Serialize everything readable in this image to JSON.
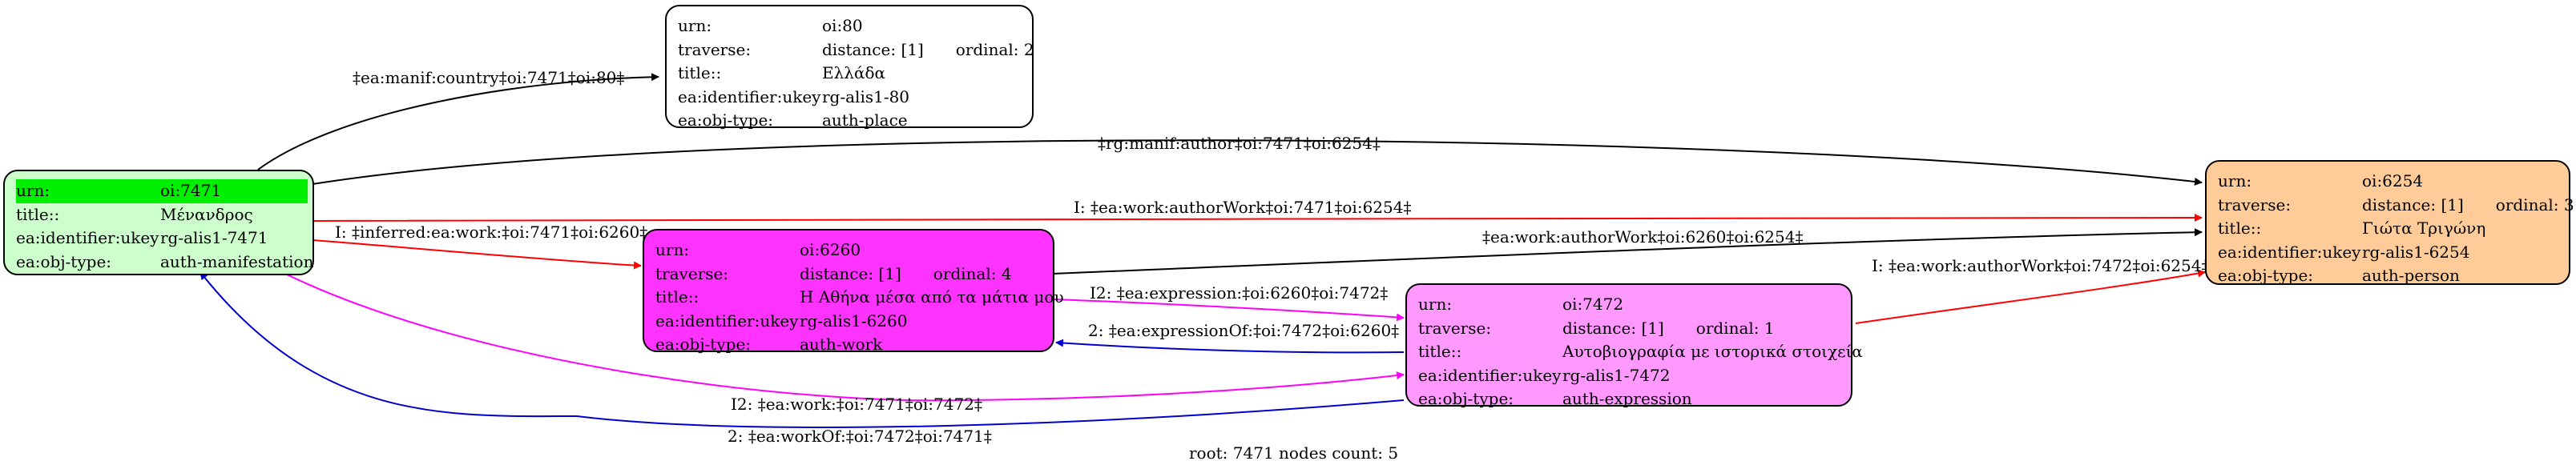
{
  "nodes": {
    "n7471": {
      "urn_key": "urn:",
      "urn_val": "oi:7471",
      "title_key": "title::",
      "title_val": "Μένανδρος",
      "ukey_key": "ea:identifier:ukey",
      "ukey_val": "rg-alis1-7471",
      "type_key": "ea:obj-type:",
      "type_val": "auth-manifestation",
      "fill": "#ccffcc",
      "highlight": "#00ee00"
    },
    "n80": {
      "urn_key": "urn:",
      "urn_val": "oi:80",
      "traverse_key": "traverse:",
      "traverse_val": "distance: [1]",
      "ordinal": "ordinal: 2",
      "title_key": "title::",
      "title_val": "Ελλάδα",
      "ukey_key": "ea:identifier:ukey",
      "ukey_val": "rg-alis1-80",
      "type_key": "ea:obj-type:",
      "type_val": "auth-place",
      "fill": "#ffffff"
    },
    "n6260": {
      "urn_key": "urn:",
      "urn_val": "oi:6260",
      "traverse_key": "traverse:",
      "traverse_val": "distance: [1]",
      "ordinal": "ordinal: 4",
      "title_key": "title::",
      "title_val": "Η Αθήνα μέσα από τα μάτια μου",
      "ukey_key": "ea:identifier:ukey",
      "ukey_val": "rg-alis1-6260",
      "type_key": "ea:obj-type:",
      "type_val": "auth-work",
      "fill": "#ff33ff"
    },
    "n7472": {
      "urn_key": "urn:",
      "urn_val": "oi:7472",
      "traverse_key": "traverse:",
      "traverse_val": "distance: [1]",
      "ordinal": "ordinal: 1",
      "title_key": "title::",
      "title_val": "Αυτοβιογραφία με ιστορικά στοιχεία",
      "ukey_key": "ea:identifier:ukey",
      "ukey_val": "rg-alis1-7472",
      "type_key": "ea:obj-type:",
      "type_val": "auth-expression",
      "fill": "#ff99ff"
    },
    "n6254": {
      "urn_key": "urn:",
      "urn_val": "oi:6254",
      "traverse_key": "traverse:",
      "traverse_val": "distance: [1]",
      "ordinal": "ordinal: 3",
      "title_key": "title::",
      "title_val": "Γιώτα Τριγώνη",
      "ukey_key": "ea:identifier:ukey",
      "ukey_val": "rg-alis1-6254",
      "type_key": "ea:obj-type:",
      "type_val": "auth-person",
      "fill": "#ffcc99"
    }
  },
  "edges": {
    "e_country": {
      "label": "‡ea:manif:country‡oi:7471‡oi:80‡",
      "color": "#000000"
    },
    "e_author": {
      "label": "‡rg:manif:author‡oi:7471‡oi:6254‡",
      "color": "#000000"
    },
    "e_authorwork_inferred": {
      "label": "I: ‡ea:work:authorWork‡oi:7471‡oi:6254‡",
      "color": "#ff0000"
    },
    "e_inferred_work": {
      "label": "I: ‡inferred:ea:work:‡oi:7471‡oi:6260‡",
      "color": "#ff0000"
    },
    "e_work_authorwork": {
      "label": "‡ea:work:authorWork‡oi:6260‡oi:6254‡",
      "color": "#000000"
    },
    "e_expression": {
      "label": "I2: ‡ea:expression:‡oi:6260‡oi:7472‡",
      "color": "#ff00ff"
    },
    "e_expressionof": {
      "label": "2: ‡ea:expressionOf:‡oi:7472‡oi:6260‡",
      "color": "#0000cc"
    },
    "e_expr_authorwork": {
      "label": "I: ‡ea:work:authorWork‡oi:7472‡oi:6254‡",
      "color": "#ff0000"
    },
    "e_work_i2": {
      "label": "I2: ‡ea:work:‡oi:7471‡oi:7472‡",
      "color": "#ff00ff"
    },
    "e_workof": {
      "label": "2: ‡ea:workOf:‡oi:7472‡oi:7471‡",
      "color": "#0000cc"
    }
  },
  "footer": "root: 7471 nodes count: 5"
}
